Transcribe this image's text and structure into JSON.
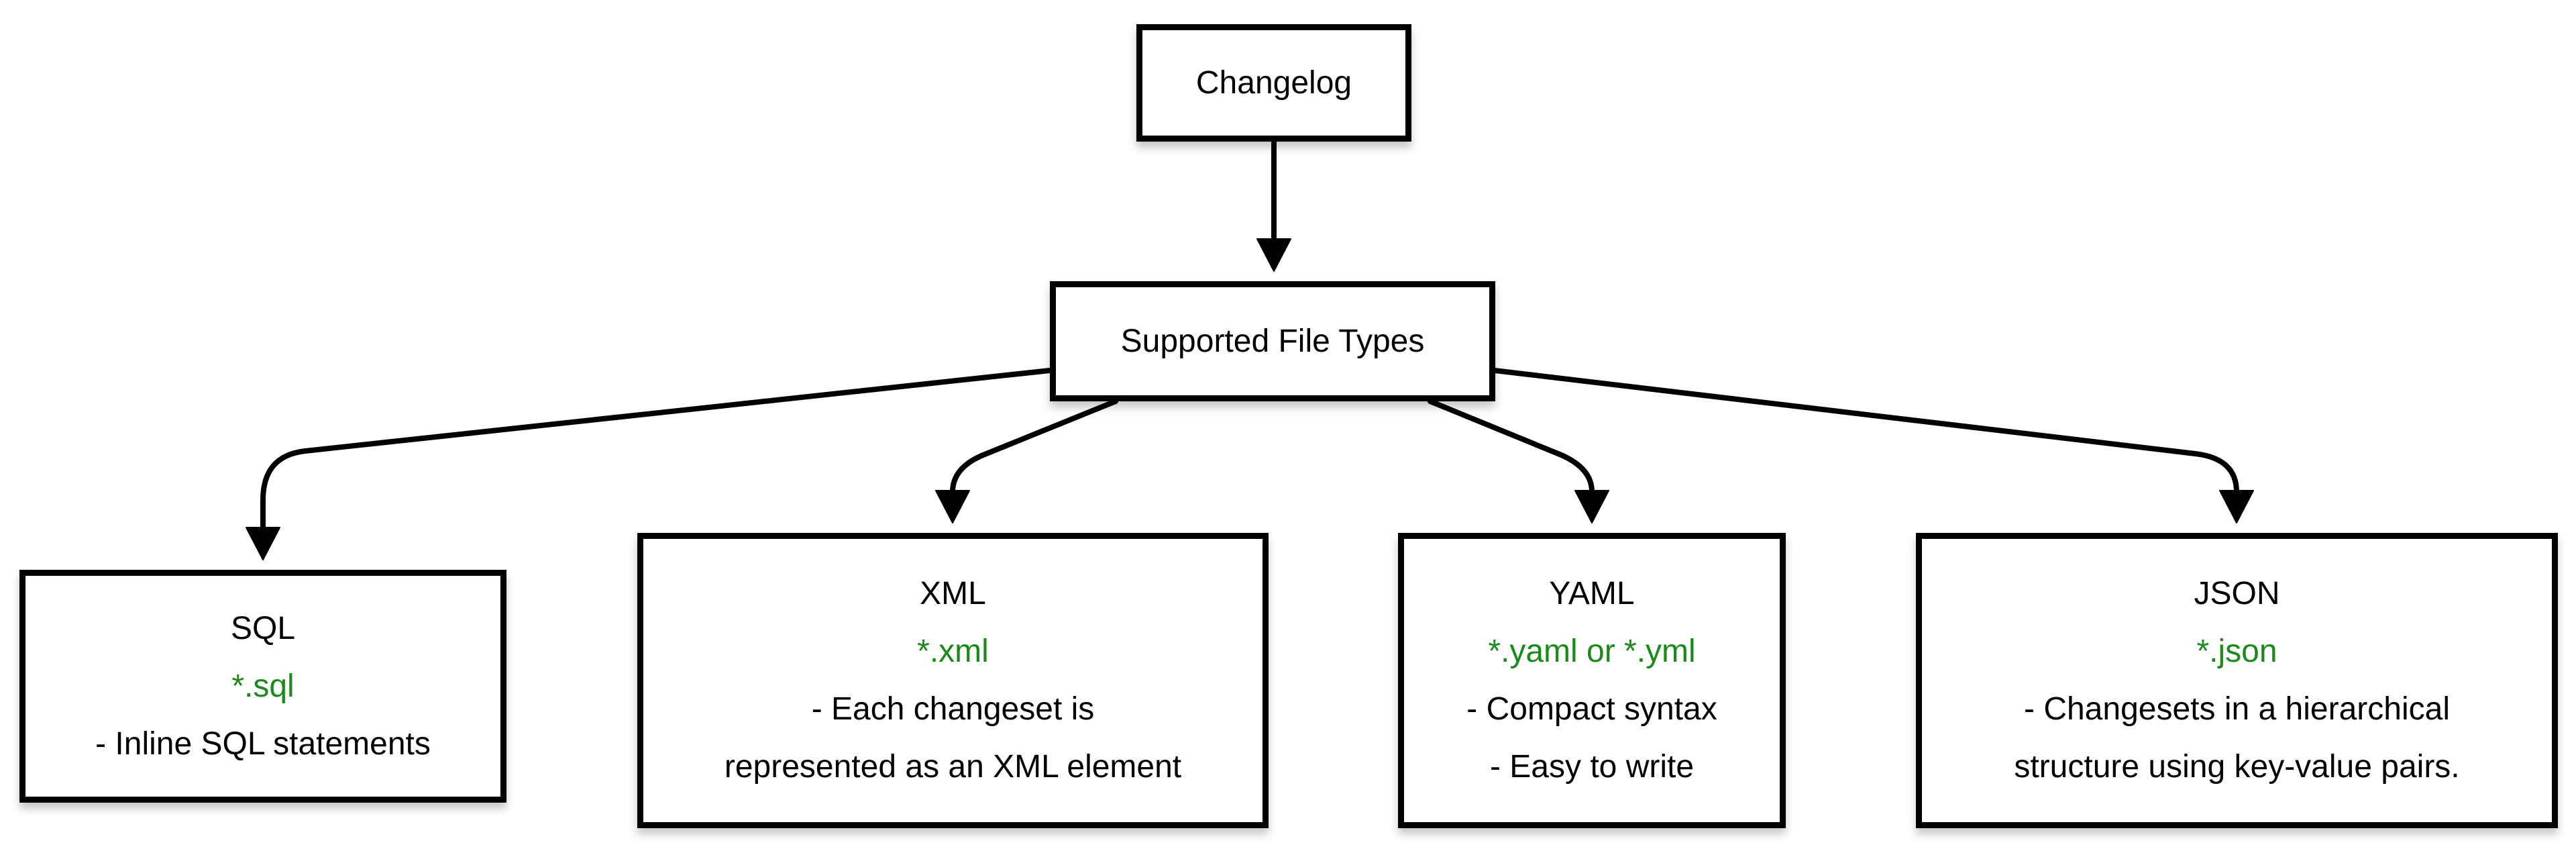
{
  "diagram": {
    "root": {
      "label": "Changelog"
    },
    "hub": {
      "label": "Supported File Types"
    },
    "types": [
      {
        "id": "sql",
        "title": "SQL",
        "extension": "*.sql",
        "description_lines": [
          "- Inline SQL statements"
        ]
      },
      {
        "id": "xml",
        "title": "XML",
        "extension": "*.xml",
        "description_lines": [
          "- Each changeset is",
          "represented as an XML element"
        ]
      },
      {
        "id": "yaml",
        "title": "YAML",
        "extension": "*.yaml or *.yml",
        "description_lines": [
          "- Compact syntax",
          "- Easy to write"
        ]
      },
      {
        "id": "json",
        "title": "JSON",
        "extension": "*.json",
        "description_lines": [
          "- Changesets in a hierarchical",
          "structure using key-value pairs."
        ]
      }
    ],
    "colors": {
      "extension_text": "#1a8a1a",
      "box_border": "#000000",
      "text": "#000000",
      "background": "#ffffff"
    }
  }
}
